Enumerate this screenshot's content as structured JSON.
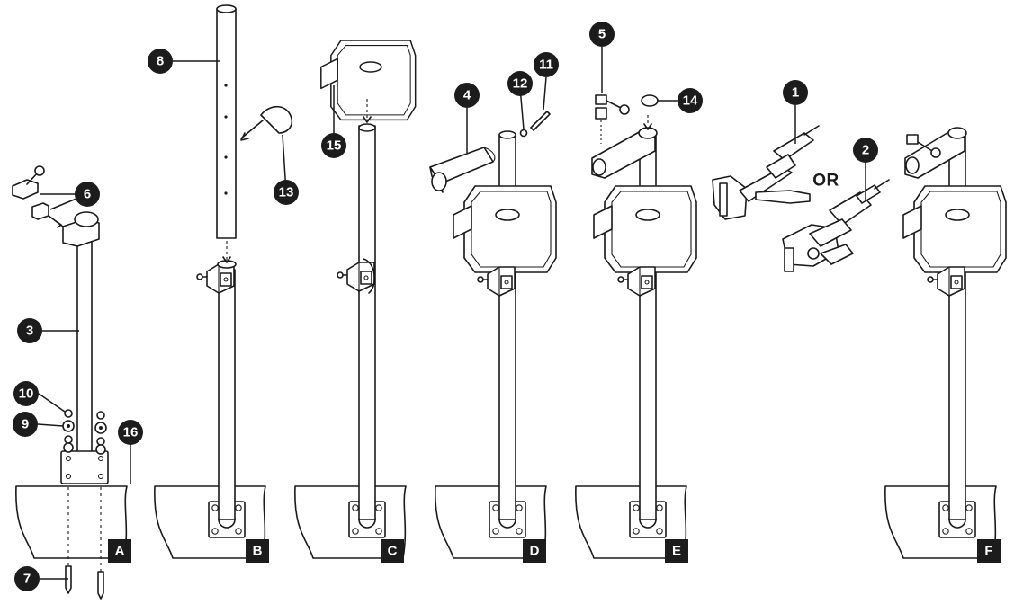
{
  "steps": [
    "A",
    "B",
    "C",
    "D",
    "E",
    "F"
  ],
  "callouts": {
    "c1": "1",
    "c2": "2",
    "c3": "3",
    "c4": "4",
    "c5": "5",
    "c6": "6",
    "c7": "7",
    "c8": "8",
    "c9": "9",
    "c10": "10",
    "c11": "11",
    "c12": "12",
    "c13": "13",
    "c14": "14",
    "c15": "15",
    "c16": "16"
  },
  "or_label": "OR"
}
